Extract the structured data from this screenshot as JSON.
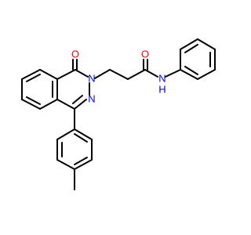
{
  "molecule": {
    "atoms": {
      "o_carbonyl_ring": "O",
      "n_ring_2": "N",
      "n_ring_3": "N",
      "o_amide": "O",
      "nh_amide": "N",
      "h_amide": "H"
    }
  },
  "colors": {
    "bond": "#000000",
    "oxygen": "#ff0000",
    "nitrogen": "#0000ff",
    "background": "#ffffff"
  }
}
